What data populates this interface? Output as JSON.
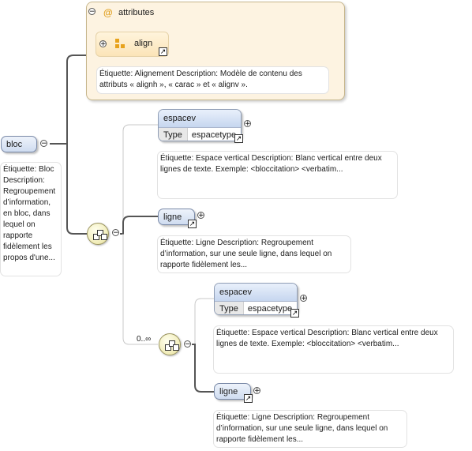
{
  "attributes": {
    "title": "attributes",
    "at_symbol": "@",
    "align_label": "align",
    "doc": "Étiquette: Alignement Description: Modèle de contenu des attributs « alignh », « carac » et « alignv  »."
  },
  "bloc": {
    "label": "bloc",
    "doc": "Étiquette: Bloc Description: Regroupement d’information, en bloc, dans lequel on rapporte fidèlement les propos d'une..."
  },
  "espacev_1": {
    "label": "espacev",
    "type_key": "Type",
    "type_value": "espacetype",
    "doc": "Étiquette: Espace vertical Description: Blanc vertical entre deux lignes de texte. Exemple: <bloccitation> <verbatim..."
  },
  "ligne_1": {
    "label": "ligne",
    "doc": "Étiquette: Ligne Description: Regroupement d’information, sur une seule ligne, dans lequel on rapporte fidèlement les..."
  },
  "choice": {
    "occurrence": "0..∞"
  },
  "espacev_2": {
    "label": "espacev",
    "type_key": "Type",
    "type_value": "espacetype",
    "doc": "Étiquette: Espace vertical Description: Blanc vertical entre deux lignes de texte. Exemple: <bloccitation> <verbatim..."
  },
  "ligne_2": {
    "label": "ligne",
    "doc": "Étiquette: Ligne Description: Regroupement d’information, sur une seule ligne, dans lequel on rapporte fidèlement les..."
  },
  "icons": {
    "minus": "−",
    "plus": "+",
    "link": "↗"
  },
  "colors": {
    "connector": "#555555",
    "optional_connector": "#c8c8c8",
    "attr_panel": "#fdf3e1",
    "element_fill": "#cfdcf0"
  }
}
